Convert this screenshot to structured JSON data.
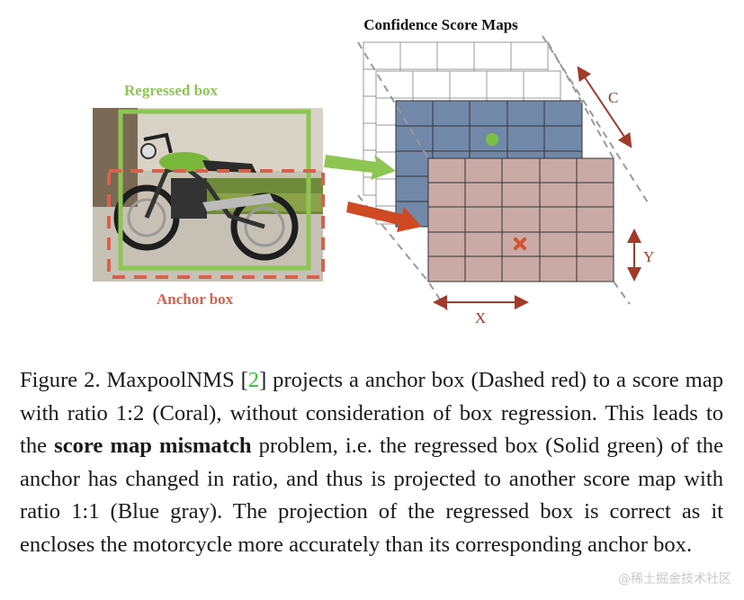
{
  "figure": {
    "title": "Confidence Score Maps",
    "regressed_label": "Regressed box",
    "anchor_label": "Anchor box",
    "axis_c": "C",
    "axis_x": "X",
    "axis_y": "Y",
    "colors": {
      "regressed": "#8dc653",
      "anchor": "#d6614c",
      "blue_map": "#7288a8",
      "coral_map": "#c9aaa6",
      "dot": "#7ac143",
      "cross": "#d2522e",
      "arrow_green": "#8dc653",
      "arrow_red": "#cf4a23",
      "scale_arrow": "#a23a2a"
    },
    "photo": {
      "subject": "motorcycle",
      "icon": "motorcycle-photo"
    }
  },
  "caption": {
    "prefix": "Figure 2. MaxpoolNMS [",
    "ref": "2",
    "part1": "] projects a anchor box (Dashed red) to a score map with ratio 1:2 (Coral), without consideration of box regression.  This leads to the ",
    "bold": "score map mismatch",
    "part2": " problem, i.e. the regressed box (Solid green) of the anchor has changed in ratio, and thus is projected to another score map with ratio 1:1 (Blue gray). The projection of the regressed box is correct as it encloses the motorcycle more accurately than its corresponding anchor box."
  },
  "watermark": "@稀土掘金技术社区"
}
